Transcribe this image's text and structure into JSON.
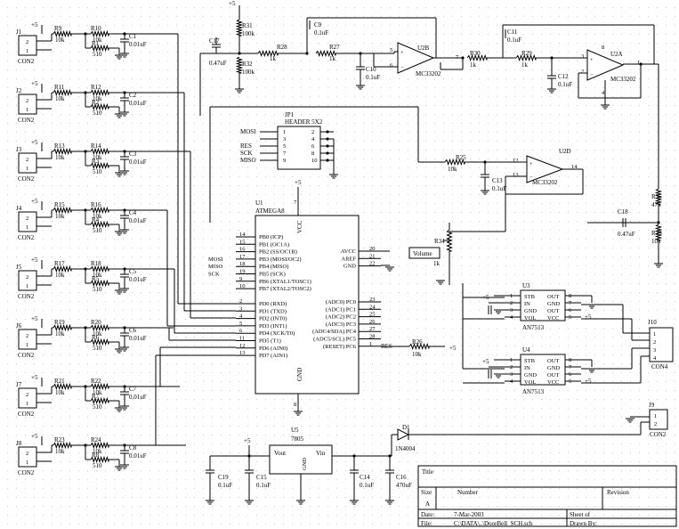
{
  "connectors_in": [
    {
      "ref": "J1",
      "label": "CON2",
      "r_in": "R9",
      "r_in_val": "10k",
      "r_mid": "R10",
      "r_mid_val": "10k",
      "r_gnd": "R1",
      "r_gnd_val": "510",
      "cap": "C1",
      "cap_val": "0.01uF"
    },
    {
      "ref": "J2",
      "label": "CON2",
      "r_in": "R11",
      "r_in_val": "10k",
      "r_mid": "R12",
      "r_mid_val": "10k",
      "r_gnd": "R2",
      "r_gnd_val": "510",
      "cap": "C2",
      "cap_val": "0.01uF"
    },
    {
      "ref": "J3",
      "label": "CON2",
      "r_in": "R13",
      "r_in_val": "10k",
      "r_mid": "R14",
      "r_mid_val": "10k",
      "r_gnd": "R3",
      "r_gnd_val": "510",
      "cap": "C3",
      "cap_val": "0.01uF"
    },
    {
      "ref": "J4",
      "label": "CON2",
      "r_in": "R15",
      "r_in_val": "10k",
      "r_mid": "R16",
      "r_mid_val": "10k",
      "r_gnd": "R4",
      "r_gnd_val": "510",
      "cap": "C4",
      "cap_val": "0.01uF"
    },
    {
      "ref": "J5",
      "label": "CON2",
      "r_in": "R17",
      "r_in_val": "10k",
      "r_mid": "R18",
      "r_mid_val": "10k",
      "r_gnd": "R5",
      "r_gnd_val": "510",
      "cap": "C5",
      "cap_val": "0.01uF"
    },
    {
      "ref": "J6",
      "label": "CON2",
      "r_in": "R19",
      "r_in_val": "10k",
      "r_mid": "R20",
      "r_mid_val": "10k",
      "r_gnd": "R6",
      "r_gnd_val": "510",
      "cap": "C6",
      "cap_val": "0.01uF"
    },
    {
      "ref": "J7",
      "label": "CON2",
      "r_in": "R21",
      "r_in_val": "10k",
      "r_mid": "R22",
      "r_mid_val": "10k",
      "r_gnd": "R7",
      "r_gnd_val": "510",
      "cap": "C7",
      "cap_val": "0.01uF"
    },
    {
      "ref": "J8",
      "label": "CON2",
      "r_in": "R23",
      "r_in_val": "10k",
      "r_mid": "R24",
      "r_mid_val": "10k",
      "r_gnd": "R8",
      "r_gnd_val": "510",
      "cap": "C8",
      "cap_val": "0.01uF"
    }
  ],
  "supply_plus5": "+5",
  "pin_1": "1",
  "pin_2": "2",
  "opamp_section": {
    "r31": "R31",
    "r31_val": "100k",
    "r32": "R32",
    "r32_val": "100k",
    "c17": "C17",
    "c17_val": "0.47uF",
    "r28": "R28",
    "r28_val": "1k",
    "c9": "C9",
    "c9_val": "0.1uF",
    "r27": "R27",
    "r27_val": "1k",
    "c10": "C10",
    "c10_val": "0.1uF",
    "u2b": "U2B",
    "u2b_part": "MC33202",
    "pin5": "5",
    "pin6": "6",
    "pin7": "7",
    "r30": "R30",
    "r30_val": "1k",
    "r29": "R29",
    "r29_val": "1k",
    "c11": "C11",
    "c11_val": "0.1uF",
    "c12": "C12",
    "c12_val": "0.1uF",
    "u2a": "U2A",
    "u2a_part": "MC33202",
    "pin3": "3",
    "pin2": "2",
    "pin1": "1",
    "pin4": "4",
    "pin8": "8"
  },
  "header": {
    "ref": "JP1",
    "name": "HEADER 5X2",
    "sig_mosi": "MOSI",
    "sig_res": "RES",
    "sig_sck": "SCK",
    "sig_miso": "MISO",
    "left_pins": [
      "1",
      "3",
      "5",
      "7",
      "9"
    ],
    "right_pins": [
      "2",
      "4",
      "6",
      "8",
      "10"
    ]
  },
  "u2d": {
    "ref": "U2D",
    "part": "MC33202",
    "r25": "R25",
    "r25_val": "10k",
    "c13": "C13",
    "c13_val": "0.1uF",
    "pin12": "12",
    "pin13": "13",
    "pin14": "14"
  },
  "volume": {
    "r34": "R34",
    "r34_val": "1k",
    "label": "Volume",
    "r35": "R35",
    "r35_val": "47k",
    "r33": "R33",
    "r33_val": "10k",
    "c18": "C18",
    "c18_val": "0.47uF"
  },
  "mcu": {
    "ref": "U1",
    "part": "ATMEGA8",
    "vcc": "VCC",
    "gnd": "GND",
    "vcc_pin": "7",
    "gnd_pin": "8",
    "left_pins": [
      {
        "num": "14",
        "name": "PB0 (ICP)",
        "sig": ""
      },
      {
        "num": "15",
        "name": "PB1 (OC1A)",
        "sig": ""
      },
      {
        "num": "16",
        "name": "PB2 (SS/OC1B)",
        "sig": ""
      },
      {
        "num": "17",
        "name": "PB3 (MOSI/OC2)",
        "sig": "MOSI"
      },
      {
        "num": "18",
        "name": "PB4 (MISO)",
        "sig": "MISO"
      },
      {
        "num": "19",
        "name": "PB5 (SCK)",
        "sig": "SCK"
      },
      {
        "num": "9",
        "name": "PB6 (XTAL1/TOSC1)",
        "sig": ""
      },
      {
        "num": "10",
        "name": "PB7 (XTAL2/TOSC2)",
        "sig": ""
      },
      {
        "num": "2",
        "name": "PD0 (RXD)",
        "sig": ""
      },
      {
        "num": "3",
        "name": "PD1 (TXD)",
        "sig": ""
      },
      {
        "num": "4",
        "name": "PD2 (INT0)",
        "sig": ""
      },
      {
        "num": "5",
        "name": "PD3 (INT1)",
        "sig": ""
      },
      {
        "num": "6",
        "name": "PD4 (XCK/T0)",
        "sig": ""
      },
      {
        "num": "11",
        "name": "PD5 (T1)",
        "sig": ""
      },
      {
        "num": "12",
        "name": "PD6 (AIN0)",
        "sig": ""
      },
      {
        "num": "13",
        "name": "PD7 (AIN1)",
        "sig": ""
      }
    ],
    "right_pins": [
      {
        "num": "20",
        "name": "AVCC"
      },
      {
        "num": "21",
        "name": "AREF"
      },
      {
        "num": "22",
        "name": "GND"
      },
      {
        "num": "23",
        "name": "(ADC0) PC0"
      },
      {
        "num": "24",
        "name": "(ADC1) PC1"
      },
      {
        "num": "25",
        "name": "(ADC2) PC2"
      },
      {
        "num": "26",
        "name": "(ADC3) PC3"
      },
      {
        "num": "27",
        "name": "(ADC4/SDA) PC4"
      },
      {
        "num": "28",
        "name": "(ADC5/SCL) PC5"
      },
      {
        "num": "1",
        "name": "(RESET) PC6"
      }
    ],
    "res_label": "RES",
    "r26": "R26",
    "r26_val": "10k"
  },
  "amps": [
    {
      "ref": "U3",
      "part": "AN7513",
      "pins_l": [
        "1",
        "2",
        "3",
        "4"
      ],
      "names_l": [
        "STB",
        "IN",
        "GND",
        "VOL"
      ],
      "pins_r": [
        "8",
        "7",
        "6",
        "5"
      ],
      "names_r": [
        "OUT",
        "GND",
        "OUT",
        "VCC"
      ]
    },
    {
      "ref": "U4",
      "part": "AN7513",
      "pins_l": [
        "1",
        "2",
        "3",
        "4"
      ],
      "names_l": [
        "STB",
        "IN",
        "GND",
        "VOL"
      ],
      "pins_r": [
        "8",
        "7",
        "6",
        "5"
      ],
      "names_r": [
        "OUT",
        "GND",
        "OUT",
        "VCC"
      ]
    }
  ],
  "j10": {
    "ref": "J10",
    "label": "CON4",
    "pins": [
      "1",
      "2",
      "3",
      "4"
    ]
  },
  "j9": {
    "ref": "J9",
    "label": "CON2",
    "pins": [
      "1",
      "2"
    ]
  },
  "psu": {
    "ref": "U5",
    "part": "7805",
    "vout": "Vout",
    "vin": "Vin",
    "gnd": "GND",
    "c19": "C19",
    "c19_val": "0.1uF",
    "c15": "C15",
    "c15_val": "0.1uF",
    "c14": "C14",
    "c14_val": "0.1uF",
    "c16": "C16",
    "c16_val": "470uF",
    "d1": "D1",
    "d1_part": "1N4004"
  },
  "title_block": {
    "title": "Title",
    "size": "Size",
    "size_val": "A",
    "number": "Number",
    "revision": "Revision",
    "date": "Date:",
    "date_val": "7-Mar-2003",
    "file": "File:",
    "file_val": "C:\\DATA\\..\\DoorBell_SCH.sch",
    "sheet": "Sheet  of",
    "drawn": "Drawn By:"
  }
}
